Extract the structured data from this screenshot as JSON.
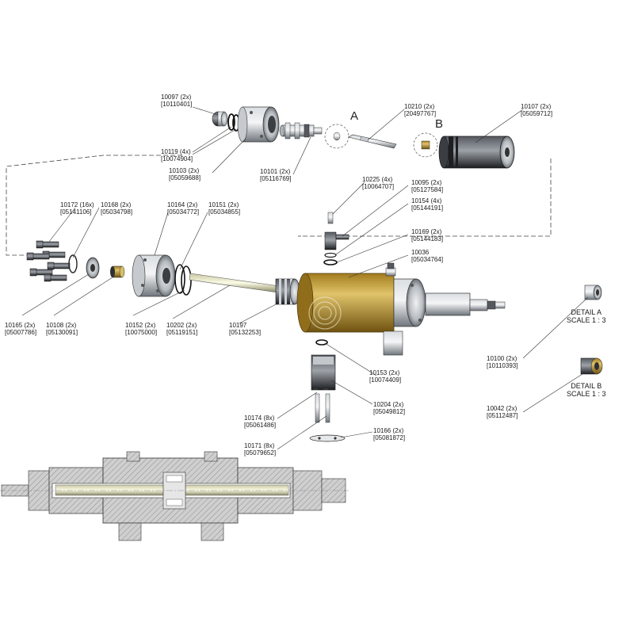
{
  "callouts": [
    {
      "id": "c10097",
      "num": "10097 (2x)",
      "code": "[10110401]"
    },
    {
      "id": "c10119",
      "num": "10119 (4x)",
      "code": "[10074904]"
    },
    {
      "id": "c10103",
      "num": "10103 (2x)",
      "code": "[05059688]"
    },
    {
      "id": "c10101",
      "num": "10101 (2x)",
      "code": "[05116769]"
    },
    {
      "id": "c10210",
      "num": "10210 (2x)",
      "code": "[20497767]"
    },
    {
      "id": "c10107",
      "num": "10107 (2x)",
      "code": "[05059712]"
    },
    {
      "id": "c10225",
      "num": "10225 (4x)",
      "code": "[10064707]"
    },
    {
      "id": "c10095",
      "num": "10095 (2x)",
      "code": "[05127584]"
    },
    {
      "id": "c10154",
      "num": "10154 (4x)",
      "code": "[05144191]"
    },
    {
      "id": "c10169",
      "num": "10169 (2x)",
      "code": "[05144183]"
    },
    {
      "id": "c10036",
      "num": "10036",
      "code": "[05034764]"
    },
    {
      "id": "c10172",
      "num": "10172 (16x)",
      "code": "[05141106]"
    },
    {
      "id": "c10168",
      "num": "10168 (2x)",
      "code": "[05034798]"
    },
    {
      "id": "c10164",
      "num": "10164 (2x)",
      "code": "[05034772]"
    },
    {
      "id": "c10151",
      "num": "10151 (2x)",
      "code": "[05034855]"
    },
    {
      "id": "c10165",
      "num": "10165 (2x)",
      "code": "[05007786]"
    },
    {
      "id": "c10108",
      "num": "10108 (2x)",
      "code": "[05130091]"
    },
    {
      "id": "c10152",
      "num": "10152 (2x)",
      "code": "[10075000]"
    },
    {
      "id": "c10202",
      "num": "10202 (2x)",
      "code": "[05119151]"
    },
    {
      "id": "c10197",
      "num": "10197",
      "code": "[05132253]"
    },
    {
      "id": "c10153",
      "num": "10153 (2x)",
      "code": "[10074409]"
    },
    {
      "id": "c10204",
      "num": "10204 (2x)",
      "code": "[05049812]"
    },
    {
      "id": "c10174",
      "num": "10174 (8x)",
      "code": "[05061486]"
    },
    {
      "id": "c10171",
      "num": "10171 (8x)",
      "code": "[05079652]"
    },
    {
      "id": "c10166",
      "num": "10166 (2x)",
      "code": "[05081872]"
    },
    {
      "id": "c10100",
      "num": "10100 (2x)",
      "code": "[10110393]"
    },
    {
      "id": "c10042",
      "num": "10042 (2x)",
      "code": "[05112487]"
    }
  ],
  "detail_markers": {
    "a": "A",
    "b": "B"
  },
  "details": [
    {
      "id": "detail-a",
      "title": "DETAIL A",
      "scale": "SCALE 1 : 3"
    },
    {
      "id": "detail-b",
      "title": "DETAIL B",
      "scale": "SCALE 1 : 3"
    }
  ],
  "colors": {
    "gold": "#b8912a",
    "steel": "#9aa0a6",
    "dark": "#2b2e33",
    "leader": "#333333",
    "section_fill": "#c8c8c8",
    "rod": "#f2efc8"
  }
}
